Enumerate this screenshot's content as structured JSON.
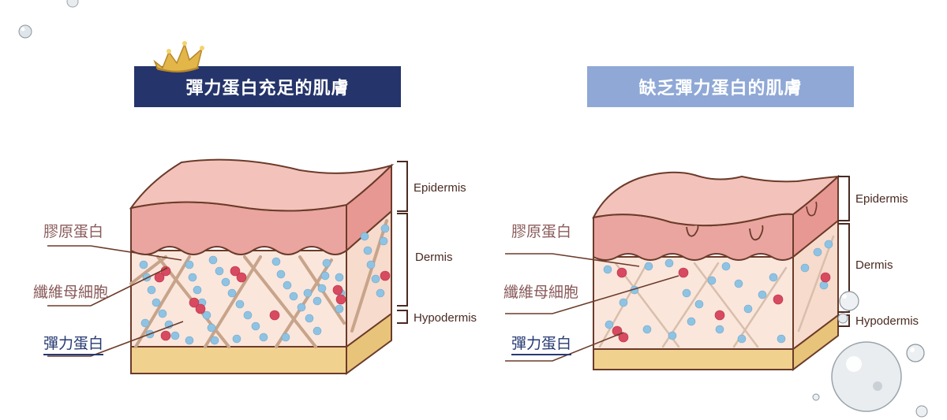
{
  "panels": {
    "left": {
      "title": "彈力蛋白充足的肌膚"
    },
    "right": {
      "title": "缺乏彈力蛋白的肌膚"
    }
  },
  "labels": {
    "collagen": "膠原蛋白",
    "fibroblast": "纖維母細胞",
    "elastin": "彈力蛋白"
  },
  "layers": {
    "epidermis": "Epidermis",
    "dermis": "Dermis",
    "hypodermis": "Hypodermis"
  },
  "colors": {
    "banner_left": "#25346a",
    "banner_right": "#8fa8d6",
    "epidermis": "#eaa5a0",
    "dermis": "#fbe6dc",
    "hypodermis": "#f1d18e",
    "collagen_fiber": "#c7a48a",
    "elastin_bead": "#8fc3e3",
    "fibroblast_cell": "#d84a60"
  }
}
